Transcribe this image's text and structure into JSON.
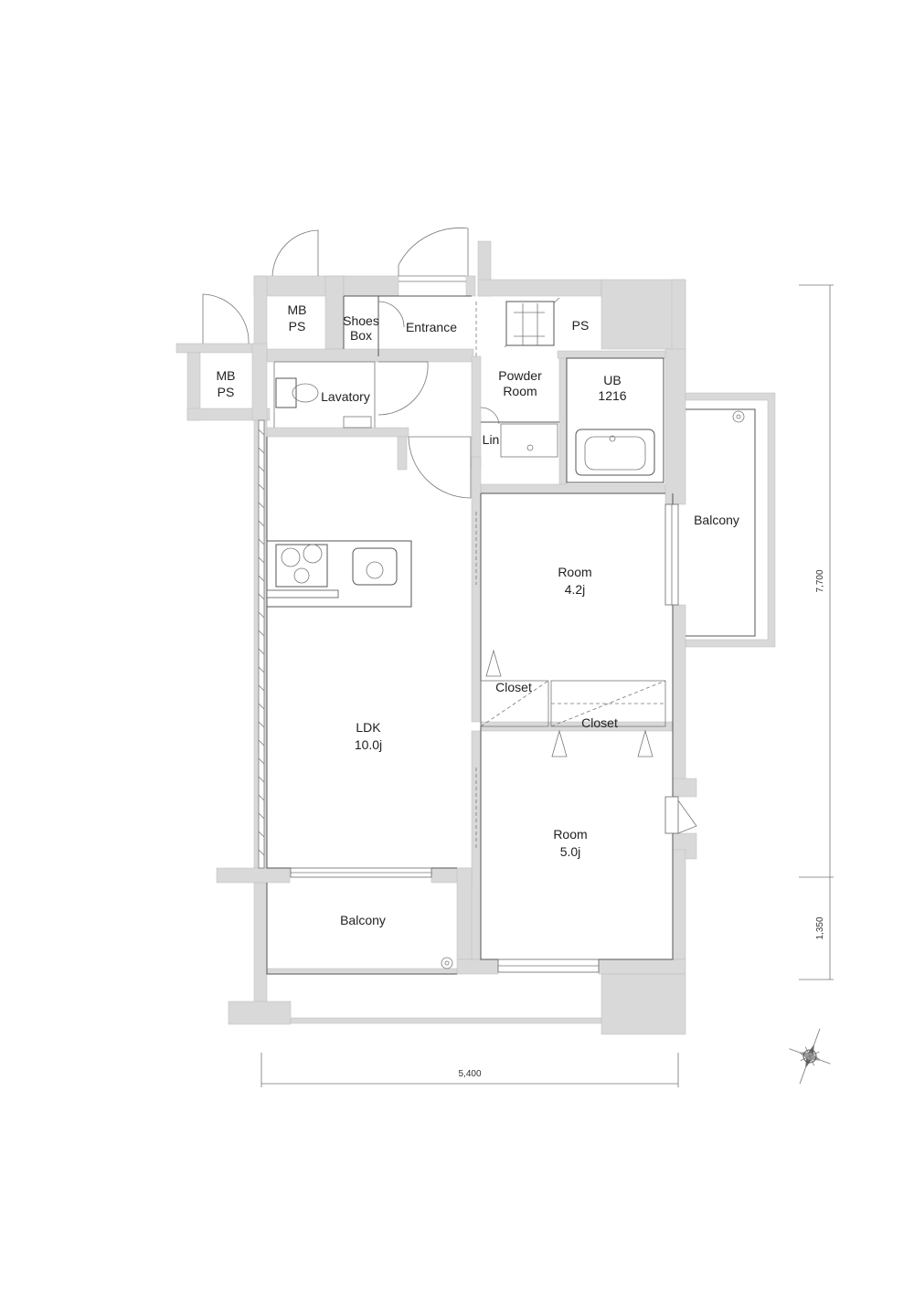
{
  "rooms": {
    "mb_ps_top": [
      "MB",
      "PS"
    ],
    "mb_ps_left": [
      "MB",
      "PS"
    ],
    "shoes_box": [
      "Shoes",
      "Box"
    ],
    "entrance": "Entrance",
    "ps": "PS",
    "lavatory": "Lavatory",
    "powder_room": [
      "Powder",
      "Room"
    ],
    "ub": [
      "UB",
      "1216"
    ],
    "lin": "Lin",
    "balcony_east": "Balcony",
    "room_42": [
      "Room",
      "4.2j"
    ],
    "closet_upper": "Closet",
    "closet_lower": "Closet",
    "ldk": [
      "LDK",
      "10.0j"
    ],
    "room_50": [
      "Room",
      "5.0j"
    ],
    "balcony_south": "Balcony"
  },
  "dimensions": {
    "width": "5,400",
    "height_main": "7,700",
    "height_balcony": "1,350"
  },
  "colors": {
    "wall": "#d9d9d9",
    "line": "#555555"
  }
}
